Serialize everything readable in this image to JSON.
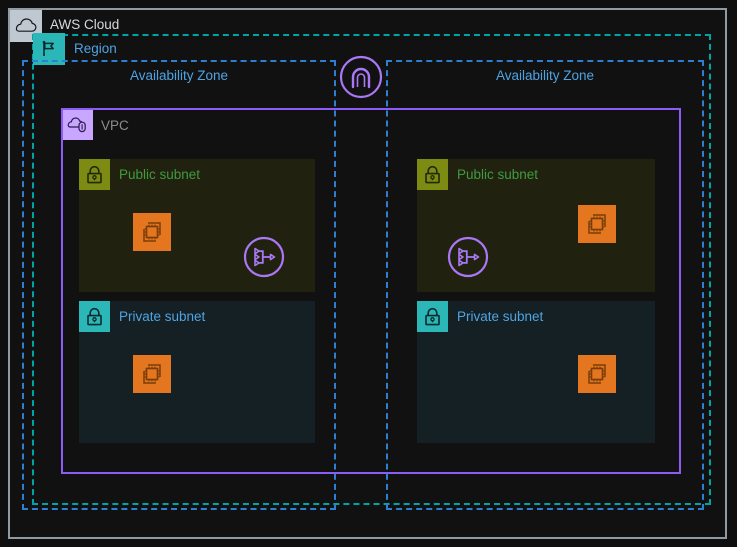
{
  "diagram": {
    "title": "AWS Cloud VPC multi-AZ architecture",
    "cloud": {
      "label": "AWS Cloud",
      "icon": "aws-cloud-icon",
      "border_color": "#8f9aa3",
      "icon_bg": "#bfc7d1"
    },
    "region": {
      "label": "Region",
      "icon": "region-flag-icon",
      "border_color": "#00a4a6",
      "icon_bg": "#2bb7b7",
      "label_color": "#4fa3e3"
    },
    "availability_zones": [
      {
        "label": "Availability Zone",
        "border_color": "#2e7fd1",
        "label_color": "#4fa3e3"
      },
      {
        "label": "Availability Zone",
        "border_color": "#2e7fd1",
        "label_color": "#4fa3e3"
      }
    ],
    "vpc": {
      "label": "VPC",
      "icon": "vpc-icon",
      "border_color": "#8b5cf6",
      "icon_bg": "#c9a6ff",
      "label_color": "#8c8c8c"
    },
    "internet_gateway": {
      "name": "internet-gateway",
      "color": "#a978f5"
    },
    "subnets": [
      {
        "label": "Public subnet",
        "type": "public",
        "zone_index": 0,
        "icon": "lock-icon",
        "icon_bg": "#7d8b12",
        "label_color": "#3f9b3f",
        "background": "#21210f",
        "resources": [
          "ec2-instance",
          "nat-gateway"
        ]
      },
      {
        "label": "Private subnet",
        "type": "private",
        "zone_index": 0,
        "icon": "lock-icon",
        "icon_bg": "#2bb7b7",
        "label_color": "#4fa3e3",
        "background": "#152024",
        "resources": [
          "ec2-instance"
        ]
      },
      {
        "label": "Public subnet",
        "type": "public",
        "zone_index": 1,
        "icon": "lock-icon",
        "icon_bg": "#7d8b12",
        "label_color": "#3f9b3f",
        "background": "#21210f",
        "resources": [
          "nat-gateway",
          "ec2-instance"
        ]
      },
      {
        "label": "Private subnet",
        "type": "private",
        "zone_index": 1,
        "icon": "lock-icon",
        "icon_bg": "#2bb7b7",
        "label_color": "#4fa3e3",
        "background": "#152024",
        "resources": [
          "ec2-instance"
        ]
      }
    ],
    "resource_icons": {
      "ec2": {
        "name": "ec2-instance-icon",
        "bg": "#e3761e",
        "glyph": "#7a3d0a"
      },
      "nat": {
        "name": "nat-gateway-icon",
        "color": "#a978f5"
      },
      "igw": {
        "name": "internet-gateway-icon",
        "color": "#a978f5"
      }
    }
  }
}
